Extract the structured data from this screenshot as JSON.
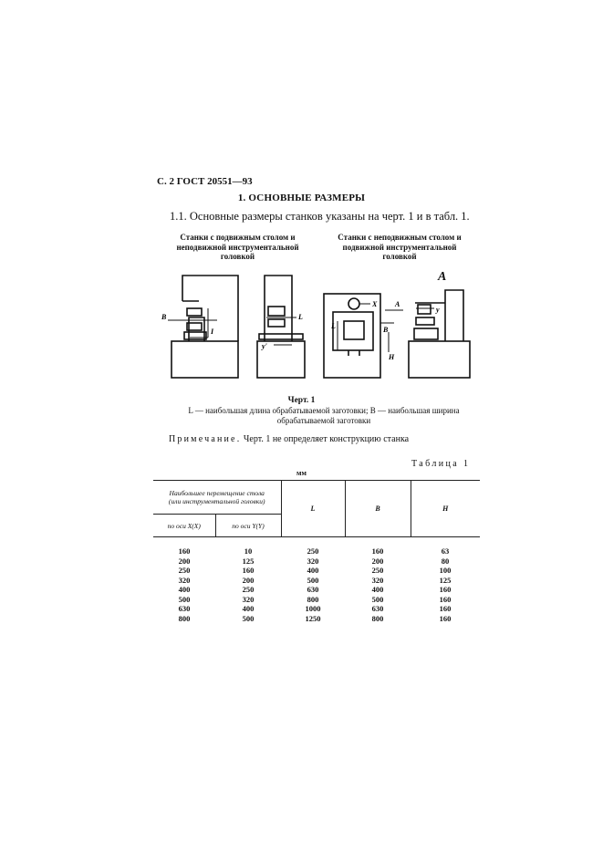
{
  "page_header": "С. 2 ГОСТ 20551—93",
  "section_title": "1. ОСНОВНЫЕ РАЗМЕРЫ",
  "paragraph": "1.1. Основные размеры станков указаны на черт. 1 и в табл. 1.",
  "figure": {
    "left_heading": [
      "Станки с подвижным столом и",
      "неподвижной инструментальной",
      "головкой"
    ],
    "right_heading": [
      "Станки с неподвижным столом и",
      "подвижной инструментальной",
      "головкой"
    ],
    "view_label": "А",
    "labels": {
      "b1": "B",
      "i1": "I",
      "l2": "L",
      "y2": "у'",
      "x3": "X",
      "a3": "A",
      "l3": "L",
      "b3": "B",
      "h3": "H",
      "y4": "у"
    },
    "caption": "Черт. 1",
    "legend": "L — наибольшая длина обрабатываемой заготовки; B — наибольшая ширина обрабатываемой заготовки"
  },
  "note": {
    "label": "Примечание.",
    "text": " Черт. 1 не определяет конструкцию станка"
  },
  "table": {
    "label": "Таблица 1",
    "units": "мм",
    "group_header": [
      "Наибольшее перемещение стола",
      "(или инструментальной головки)"
    ],
    "sub_headers": [
      "по оси X(X)",
      "по оси Y(Y)"
    ],
    "col_headers": [
      "L",
      "B",
      "H"
    ],
    "rows": [
      [
        "160",
        "10",
        "250",
        "160",
        "63"
      ],
      [
        "200",
        "125",
        "320",
        "200",
        "80"
      ],
      [
        "250",
        "160",
        "400",
        "250",
        "100"
      ],
      [
        "320",
        "200",
        "500",
        "320",
        "125"
      ],
      [
        "400",
        "250",
        "630",
        "400",
        "160"
      ],
      [
        "500",
        "320",
        "800",
        "500",
        "160"
      ],
      [
        "630",
        "400",
        "1000",
        "630",
        "160"
      ],
      [
        "800",
        "500",
        "1250",
        "800",
        "160"
      ]
    ]
  }
}
